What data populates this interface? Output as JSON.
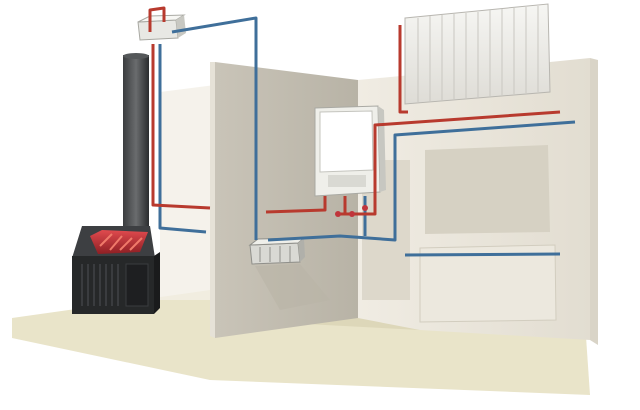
{
  "scene": {
    "colors": {
      "hot_pipe": "#b83a2e",
      "cold_pipe": "#3f6f9a",
      "wall": "#cdc8bc",
      "wall_shadow": "#a9a497",
      "floor": "#e9e4c9",
      "stove_body": "#2b2d2f",
      "stove_fire": "#c0353b",
      "boiler": "#efefea",
      "radiator": "#f1f1ee"
    },
    "components": [
      "expansion-tank",
      "chimney-flue",
      "solid-fuel-stove",
      "wall-mounted-gas-boiler",
      "panel-radiator",
      "circulation-pump-unit",
      "supply-pipe",
      "return-pipe"
    ]
  }
}
